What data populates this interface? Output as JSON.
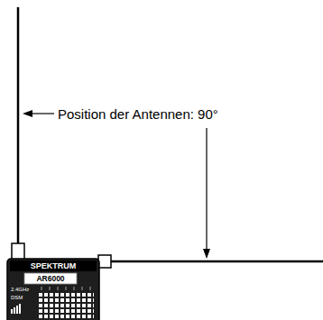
{
  "diagram": {
    "labels": [
      "Position der Antennen: 90°",
      "SPEKTRUM",
      "AR6000",
      "2.4GHz",
      "DSM"
    ]
  }
}
